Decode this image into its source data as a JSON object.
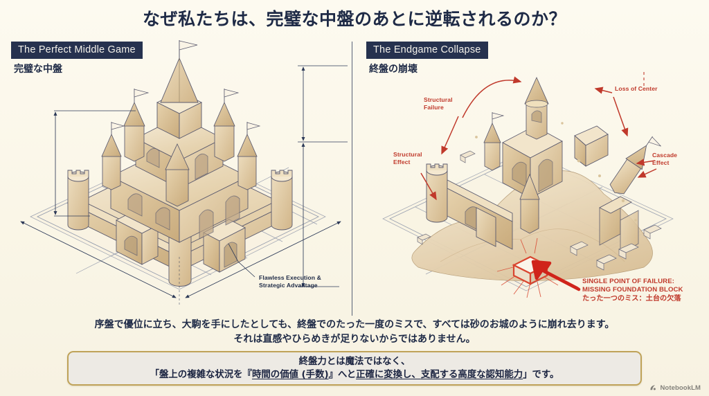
{
  "title": "なぜ私たちは、完璧な中盤のあとに逆転されるのか？",
  "panels": {
    "left": {
      "badge": "The Perfect Middle Game",
      "subtitle": "完璧な中盤",
      "annotation": "Flawless Execution &\nStrategic Advantage"
    },
    "right": {
      "badge": "The Endgame Collapse",
      "subtitle": "終盤の崩壊",
      "annotations": {
        "structural_failure": "Structural\nFailure",
        "structural_effect": "Structural\nEffect",
        "loss_of_center": "Loss of Center",
        "cascade_effect": "Cascade\nEffect"
      },
      "callout": {
        "line1": "SINGLE POINT OF FAILURE:",
        "line2": "MISSING FOUNDATION BLOCK",
        "line3": "たった一つのミス：土台の欠落"
      }
    }
  },
  "body": {
    "line1": "序盤で優位に立ち、大駒を手にしたとしても、終盤でのたった一度のミスで、すべては砂のお城のように崩れ去ります。",
    "line2": "それは直感やひらめきが足りないからではありません。"
  },
  "conclusion": {
    "line1": "終盤力とは魔法ではなく、",
    "line2_a": "「盤上の複雑な状況を『",
    "line2_u1": "時間の価値 (手数)",
    "line2_b": "』へと",
    "line2_u2": "正確に変換し、",
    "line2_u3": "支配する高度な認知能力",
    "line2_c": "」です。"
  },
  "watermark": {
    "label": "NotebookLM",
    "icon": "notebooklm-logo-icon"
  },
  "colors": {
    "background": "#fbf7e9",
    "navy": "#1e2a46",
    "badge_bg": "#26324f",
    "red": "#c0392b",
    "sand_light": "#f0e2c8",
    "sand_mid": "#e2cda6",
    "sand_dark": "#c9ab7c",
    "outline": "#5a5a6e",
    "gold_border": "#bfa258"
  }
}
